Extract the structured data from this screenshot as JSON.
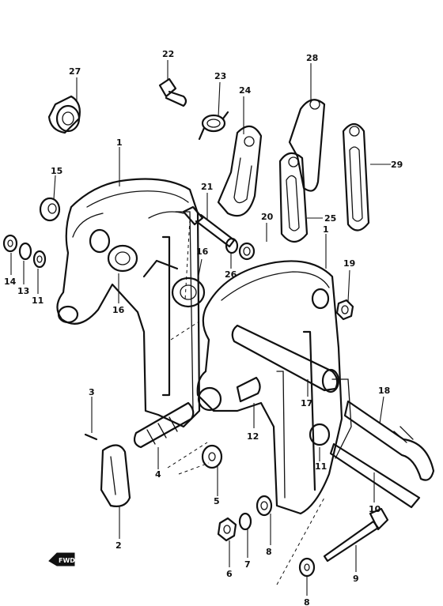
{
  "labels": {
    "l1a": "1",
    "l1b": "1",
    "l2": "2",
    "l3": "3",
    "l4": "4",
    "l5": "5",
    "l6": "6",
    "l7": "7",
    "l8a": "8",
    "l8b": "8",
    "l9": "9",
    "l10": "10",
    "l11a": "11",
    "l11b": "11",
    "l12": "12",
    "l13": "13",
    "l14": "14",
    "l15": "15",
    "l16a": "16",
    "l16b": "16",
    "l17": "17",
    "l18": "18",
    "l19": "19",
    "l20": "20",
    "l21": "21",
    "l22": "22",
    "l23": "23",
    "l24": "24",
    "l25": "25",
    "l26": "26",
    "l27": "27",
    "l28": "28",
    "l29": "29"
  },
  "fwd_label": "FWD"
}
